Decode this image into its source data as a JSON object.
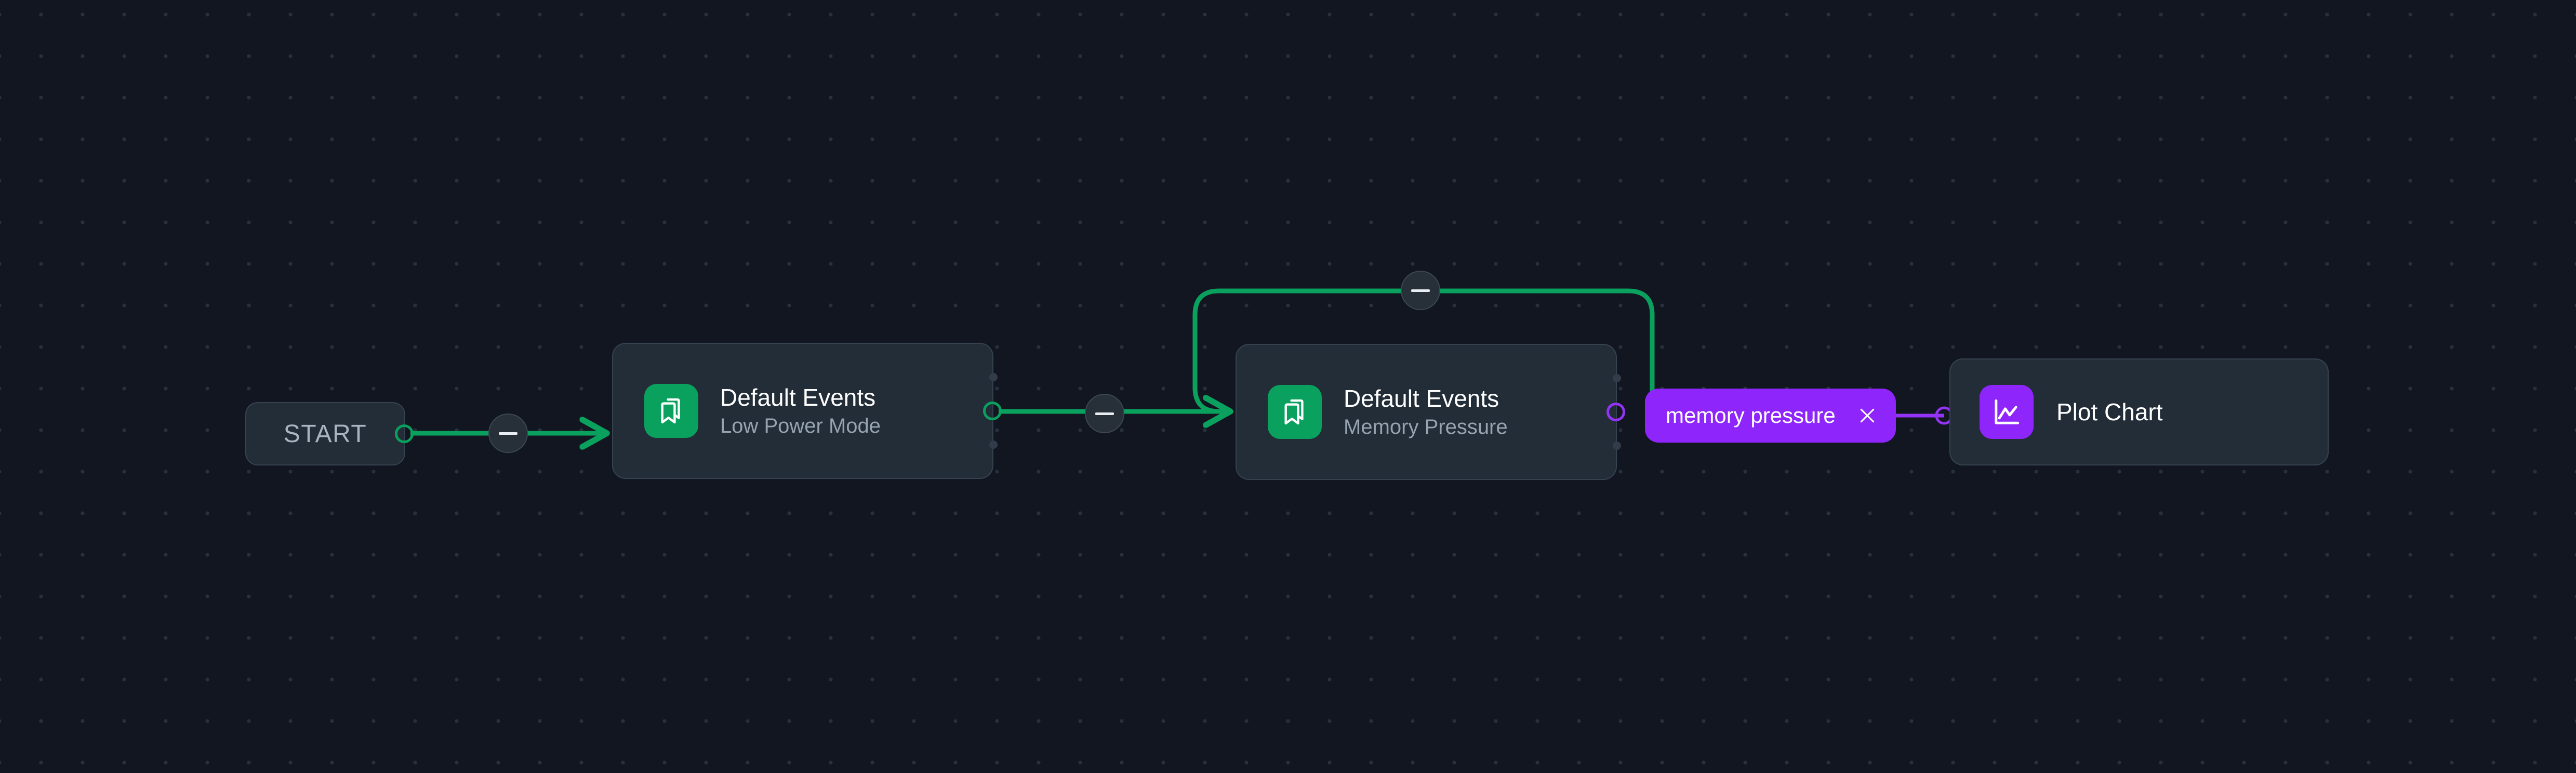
{
  "canvas": {
    "background_color": "#111620",
    "dot_color": "#27303c",
    "accent_green": "#0aa05e",
    "accent_purple": "#8e26fb",
    "card_background": "#222d38",
    "card_border": "#374250"
  },
  "nodes": {
    "start": {
      "label": "START",
      "handle_out_name": "start-output-handle"
    },
    "events_1": {
      "title": "Default Events",
      "subtitle": "Low Power Mode",
      "icon": "bookmarks-icon",
      "icon_color": "#0aa05e"
    },
    "events_2": {
      "title": "Default Events",
      "subtitle": "Memory Pressure",
      "icon": "bookmarks-icon",
      "icon_color": "#0aa05e"
    },
    "plot": {
      "title": "Plot Chart",
      "icon": "line-chart-icon",
      "icon_color": "#8e26fb"
    }
  },
  "chip": {
    "label": "memory pressure",
    "close_icon": "close-icon",
    "color": "#8e26fb"
  },
  "edge_buttons": [
    {
      "name": "edge-collapse-button-start-to-events1",
      "icon": "minus-icon"
    },
    {
      "name": "edge-collapse-button-events1-to-events2",
      "icon": "minus-icon"
    },
    {
      "name": "edge-collapse-button-loop",
      "icon": "minus-icon"
    }
  ],
  "edges": [
    {
      "name": "edge-start-to-events1",
      "color": "#0aa05e"
    },
    {
      "name": "edge-events1-to-events2",
      "color": "#0aa05e"
    },
    {
      "name": "edge-loop-events2-output-to-events2-input",
      "color": "#0aa05e"
    },
    {
      "name": "edge-chip-to-plot",
      "color": "#9333f5"
    }
  ]
}
